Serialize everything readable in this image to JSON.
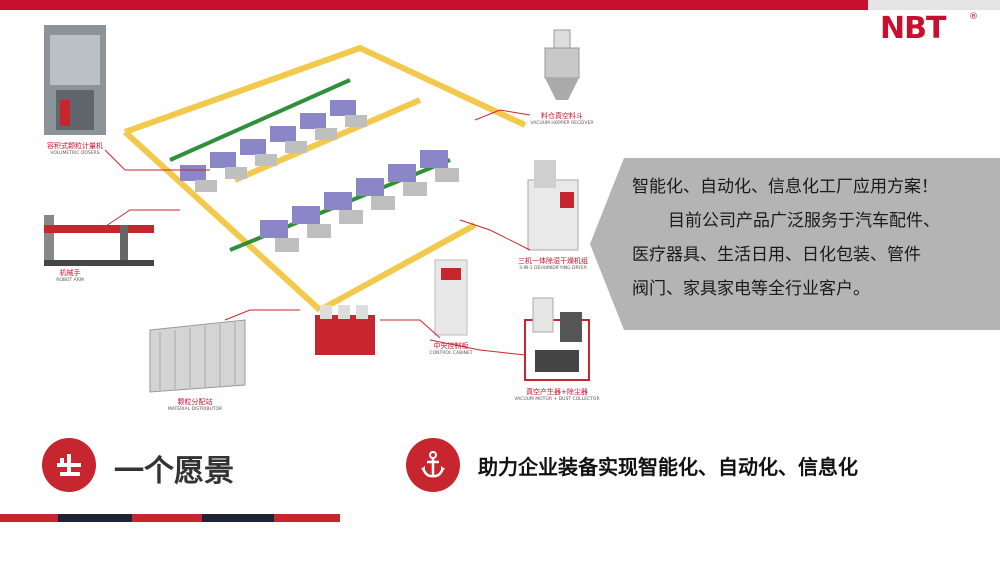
{
  "brand": {
    "logo_text": "NBT",
    "registered_mark": "®"
  },
  "colors": {
    "accent_red": "#c8262e",
    "dark_navy": "#1f2535",
    "callout_gray": "#b4b4b4"
  },
  "diagram": {
    "labels": [
      {
        "cn": "容积式颗粒计量机",
        "en": "VOLUMETRIC DOSERS"
      },
      {
        "cn": "机械手",
        "en": "ROBOT ARM"
      },
      {
        "cn": "颗粒分配站",
        "en": "MATERIAL DISTRIBUTOR"
      },
      {
        "cn": "中央控制柜",
        "en": "CONTROL CABINET"
      },
      {
        "cn": "料仓真空料斗",
        "en": "VACUUM HOPPER RECEIVER"
      },
      {
        "cn": "三机一体除湿干燥机组",
        "en": "3-IN-1 DEHUMIDIFYING DRYER"
      },
      {
        "cn": "真空产生器+除尘器",
        "en": "VACUUM MOTOR + DUST COLLECTOR"
      }
    ]
  },
  "callout": {
    "line1": "智能化、自动化、信息化工厂应用方案！",
    "line2": "目前公司产品广泛服务于汽车配件、",
    "line3": "医疗器具、生活日用、日化包装、管件",
    "line4": "阀门、家具家电等全行业客户。"
  },
  "bottom": {
    "vision_title": "一个愿景",
    "mission_text": "助力企业装备实现智能化、自动化、信息化"
  }
}
